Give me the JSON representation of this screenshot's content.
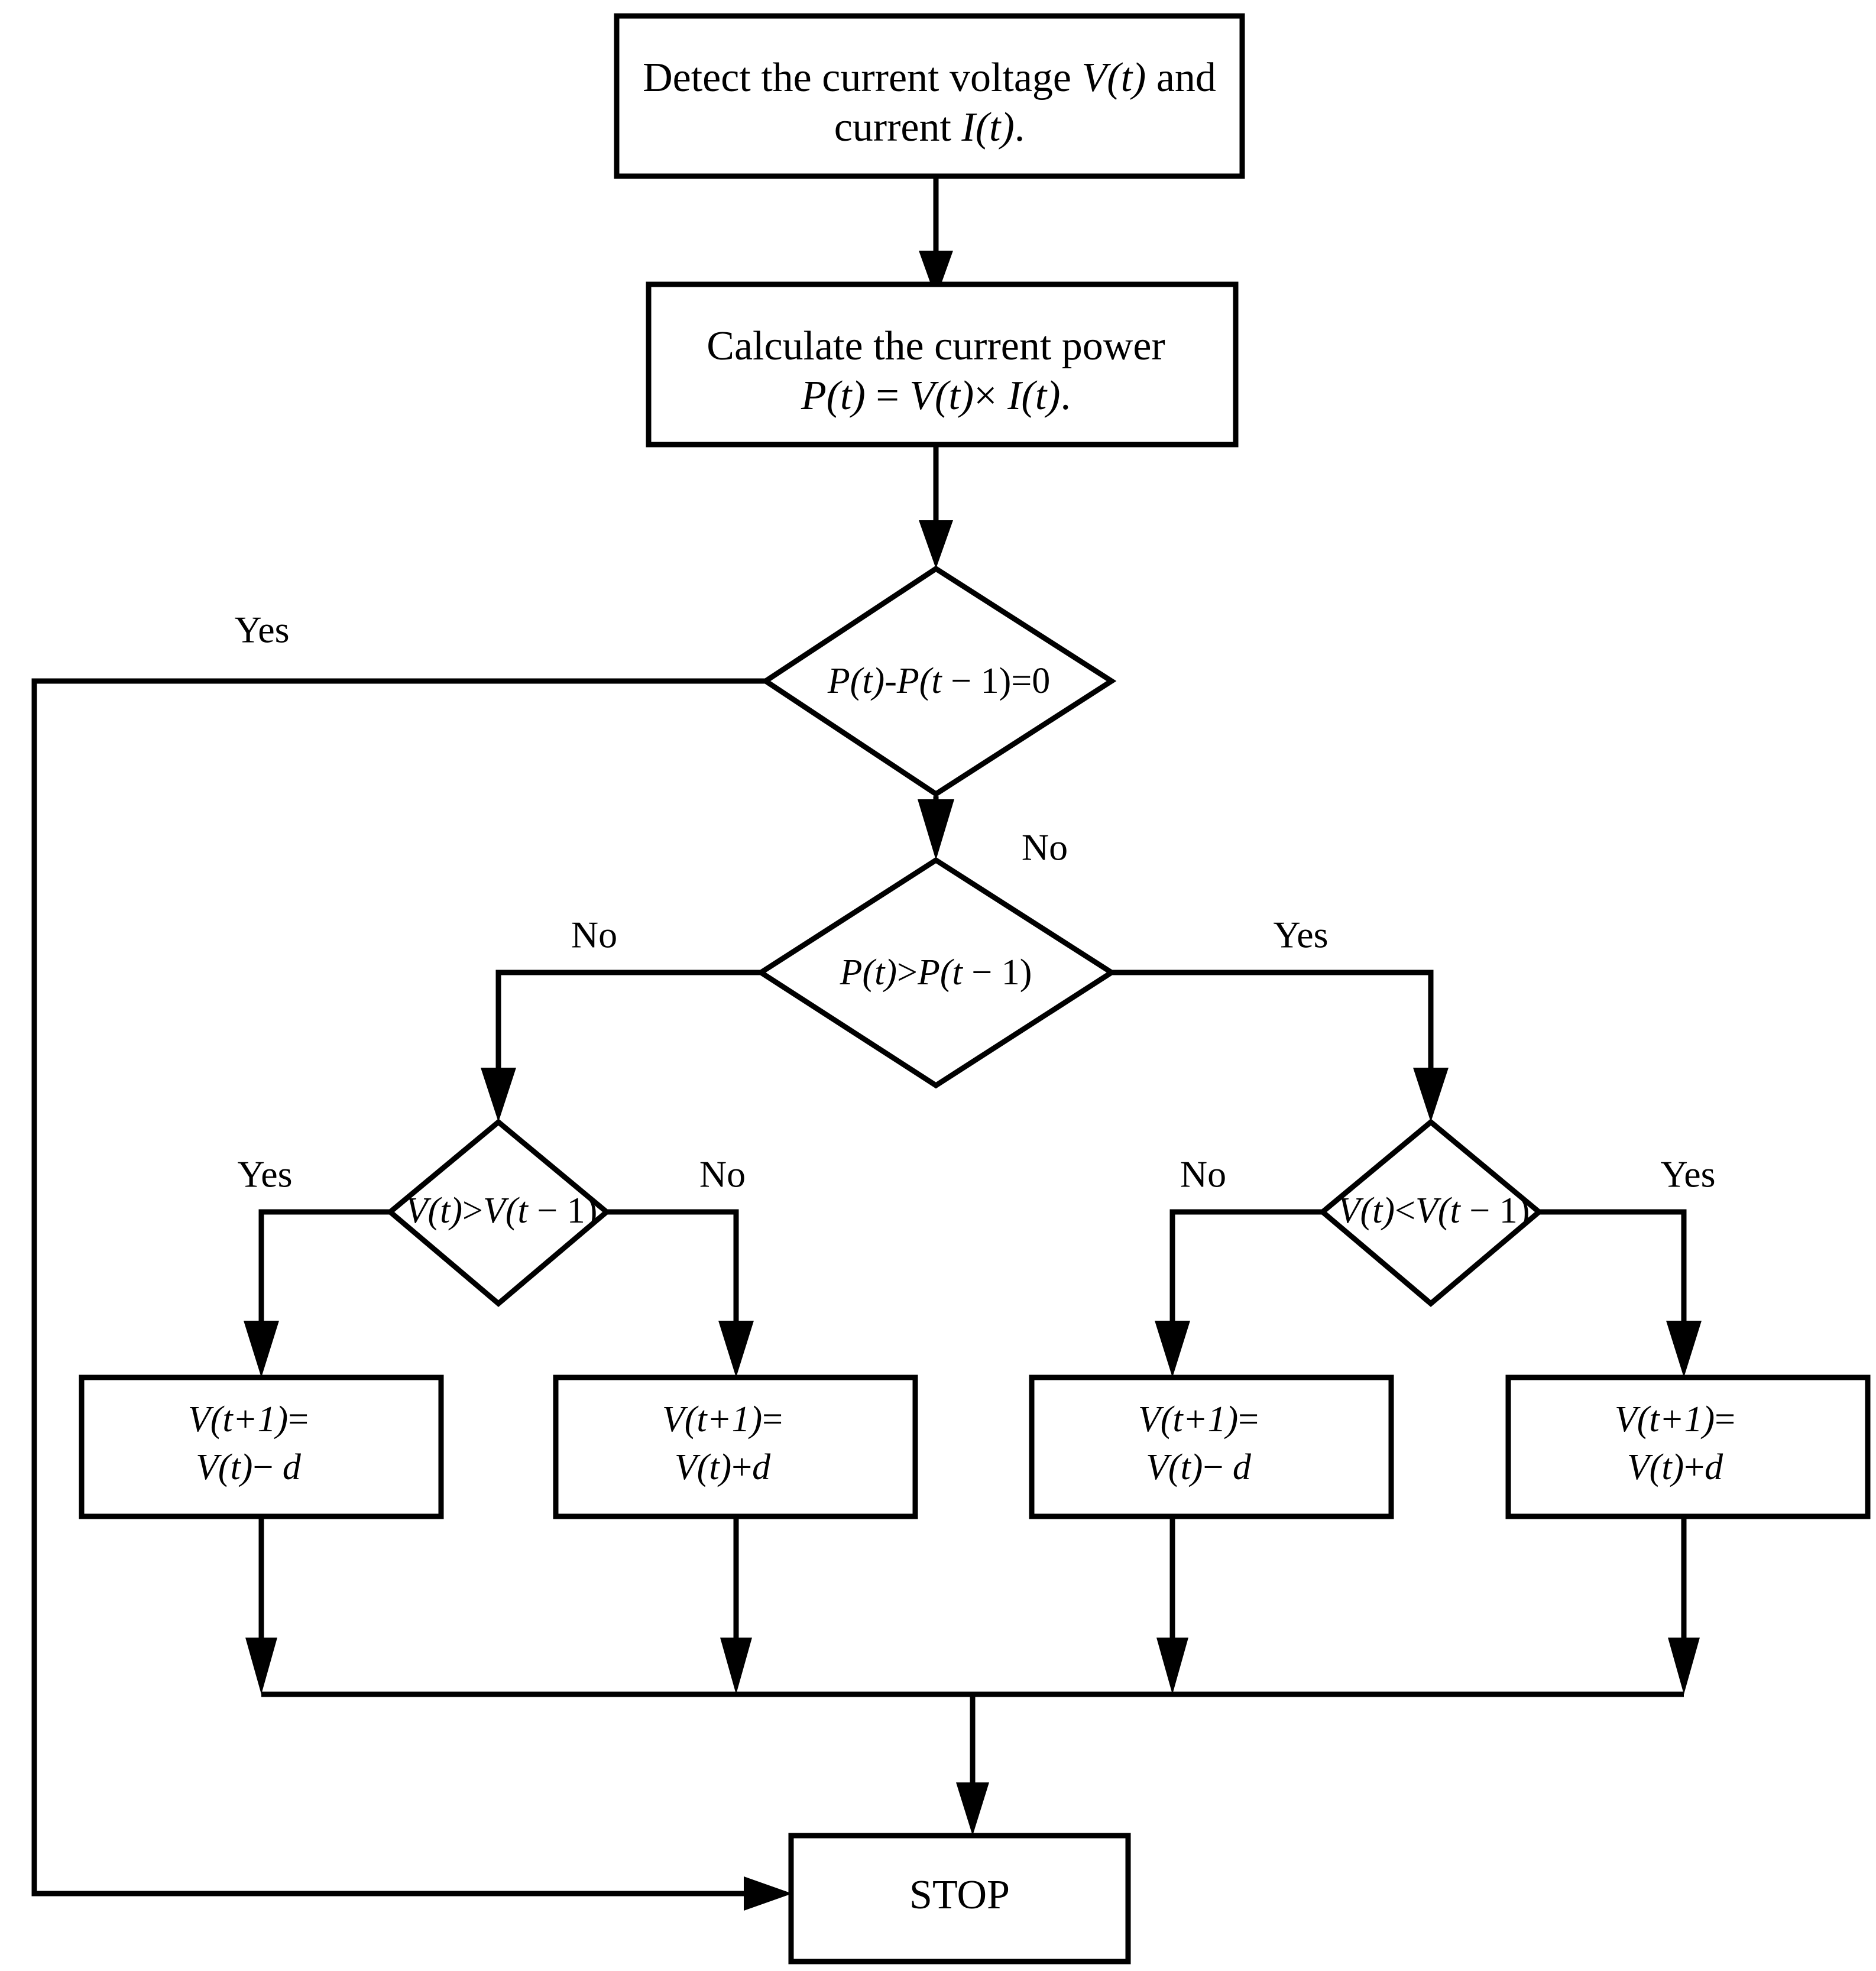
{
  "diagram": {
    "title": "Perturb and Observe MPPT algorithm flowchart",
    "type": "flowchart",
    "background_color": "#ffffff",
    "line_color": "#000000",
    "nodes": [
      {
        "id": "detect",
        "shape": "process",
        "lines": [
          {
            "segments": [
              {
                "text": "Detect the current voltage ",
                "italic": false
              },
              {
                "text": "V(t)",
                "italic": true
              },
              {
                "text": " and",
                "italic": false
              }
            ]
          },
          {
            "segments": [
              {
                "text": "current ",
                "italic": false
              },
              {
                "text": "I(t)",
                "italic": true
              },
              {
                "text": ".",
                "italic": false
              }
            ]
          }
        ]
      },
      {
        "id": "calc",
        "shape": "process",
        "lines": [
          {
            "segments": [
              {
                "text": "Calculate the current power",
                "italic": false
              }
            ]
          },
          {
            "segments": [
              {
                "text": "P(t)",
                "italic": true
              },
              {
                "text": " = ",
                "italic": false
              },
              {
                "text": "V(t)",
                "italic": true
              },
              {
                "text": "× ",
                "italic": false
              },
              {
                "text": "I(t)",
                "italic": true
              },
              {
                "text": ".",
                "italic": false
              }
            ]
          }
        ]
      },
      {
        "id": "dp_zero",
        "shape": "decision",
        "lines": [
          {
            "segments": [
              {
                "text": "P(t)",
                "italic": true
              },
              {
                "text": "-",
                "italic": false
              },
              {
                "text": "P(t",
                "italic": true
              },
              {
                "text": " − 1)=0",
                "italic": false
              }
            ]
          }
        ]
      },
      {
        "id": "p_gt",
        "shape": "decision",
        "lines": [
          {
            "segments": [
              {
                "text": "P(t)",
                "italic": true
              },
              {
                "text": ">",
                "italic": false
              },
              {
                "text": "P(t",
                "italic": true
              },
              {
                "text": " − 1)",
                "italic": false
              }
            ]
          }
        ]
      },
      {
        "id": "v_gt",
        "shape": "decision",
        "lines": [
          {
            "segments": [
              {
                "text": "V(t)",
                "italic": true
              },
              {
                "text": ">",
                "italic": false
              },
              {
                "text": "V(t",
                "italic": true
              },
              {
                "text": " − 1)",
                "italic": false
              }
            ]
          }
        ]
      },
      {
        "id": "v_lt",
        "shape": "decision",
        "lines": [
          {
            "segments": [
              {
                "text": "V(t)",
                "italic": true
              },
              {
                "text": "<",
                "italic": false
              },
              {
                "text": "V(t",
                "italic": true
              },
              {
                "text": " − 1)",
                "italic": false
              }
            ]
          }
        ]
      },
      {
        "id": "act1",
        "shape": "process",
        "lines": [
          {
            "segments": [
              {
                "text": "V(t+1)",
                "italic": true
              },
              {
                "text": "=",
                "italic": false
              }
            ]
          },
          {
            "segments": [
              {
                "text": "V(t)",
                "italic": true
              },
              {
                "text": "− ",
                "italic": false
              },
              {
                "text": "d",
                "italic": true
              }
            ]
          }
        ]
      },
      {
        "id": "act2",
        "shape": "process",
        "lines": [
          {
            "segments": [
              {
                "text": "V(t+1)",
                "italic": true
              },
              {
                "text": "=",
                "italic": false
              }
            ]
          },
          {
            "segments": [
              {
                "text": "V(t)",
                "italic": true
              },
              {
                "text": "+",
                "italic": false
              },
              {
                "text": "d",
                "italic": true
              }
            ]
          }
        ]
      },
      {
        "id": "act3",
        "shape": "process",
        "lines": [
          {
            "segments": [
              {
                "text": "V(t+1)",
                "italic": true
              },
              {
                "text": "=",
                "italic": false
              }
            ]
          },
          {
            "segments": [
              {
                "text": "V(t)",
                "italic": true
              },
              {
                "text": "− ",
                "italic": false
              },
              {
                "text": "d",
                "italic": true
              }
            ]
          }
        ]
      },
      {
        "id": "act4",
        "shape": "process",
        "lines": [
          {
            "segments": [
              {
                "text": "V(t+1)",
                "italic": true
              },
              {
                "text": "=",
                "italic": false
              }
            ]
          },
          {
            "segments": [
              {
                "text": "V(t)",
                "italic": true
              },
              {
                "text": "+",
                "italic": false
              },
              {
                "text": "d",
                "italic": true
              }
            ]
          }
        ]
      },
      {
        "id": "stop",
        "shape": "process",
        "lines": [
          {
            "segments": [
              {
                "text": "STOP",
                "italic": false
              }
            ]
          }
        ]
      }
    ],
    "edge_labels": [
      {
        "id": "dp_zero_yes",
        "text": "Yes"
      },
      {
        "id": "dp_zero_no",
        "text": "No"
      },
      {
        "id": "p_gt_no",
        "text": "No"
      },
      {
        "id": "p_gt_yes",
        "text": "Yes"
      },
      {
        "id": "v_gt_yes",
        "text": "Yes"
      },
      {
        "id": "v_gt_no",
        "text": "No"
      },
      {
        "id": "v_lt_no",
        "text": "No"
      },
      {
        "id": "v_lt_yes",
        "text": "Yes"
      }
    ]
  }
}
